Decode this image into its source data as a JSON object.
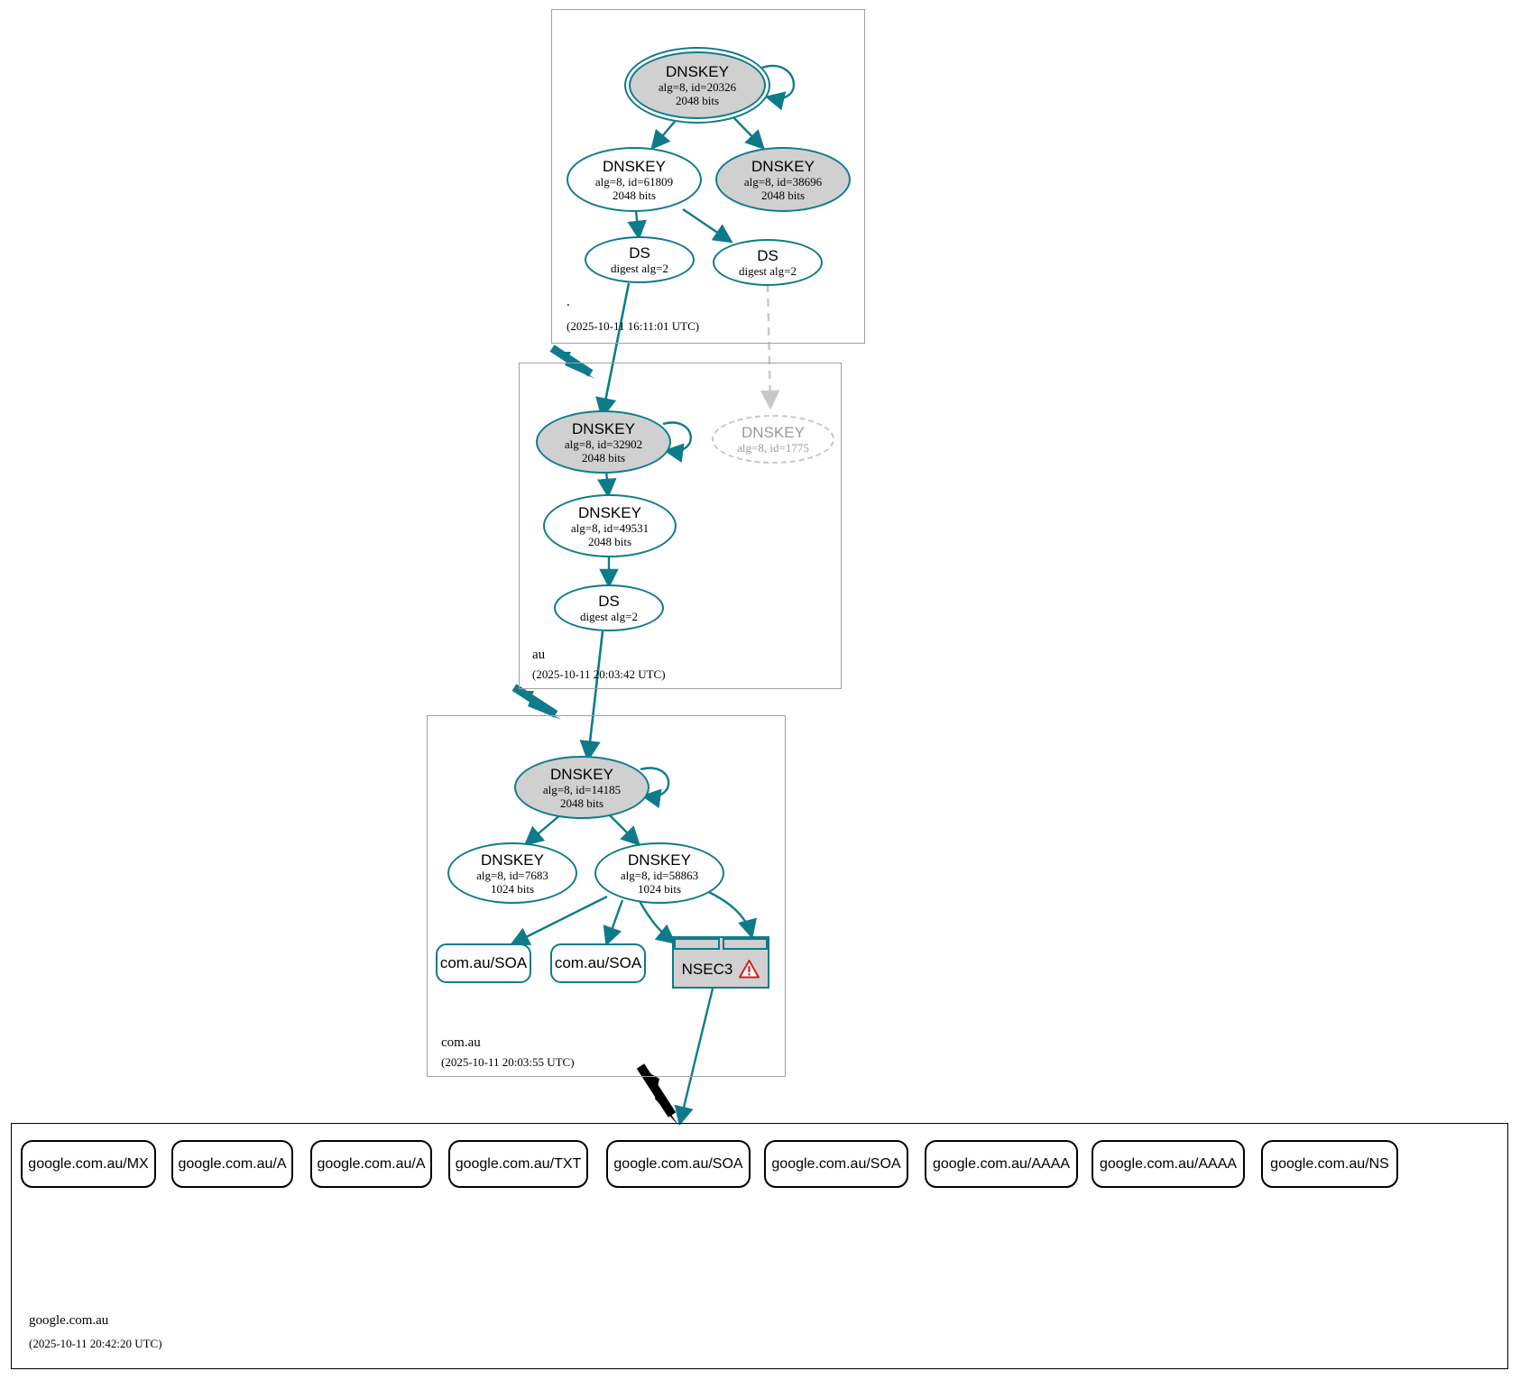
{
  "title": "DNSSEC authentication chain for google.com.au",
  "colors": {
    "edge_teal": "#0f7b8a",
    "node_fill_gray": "#d0d0d0",
    "node_fill_white": "#ffffff",
    "dashed_gray": "#c8c8c8",
    "zone_border": "#a0a0a0",
    "leaf_border": "#000000",
    "warning_red": "#cc2222"
  },
  "zones": [
    {
      "id": "root",
      "name": ".",
      "timestamp": "(2025-10-11 16:11:01 UTC)",
      "nodes": [
        {
          "id": "root-ksk-20326",
          "kind": "dnskey",
          "type": "DNSKEY",
          "detail": "alg=8, id=20326",
          "bits": "2048 bits",
          "fill": "gray",
          "ksk": true
        },
        {
          "id": "root-zsk-61809",
          "kind": "dnskey",
          "type": "DNSKEY",
          "detail": "alg=8, id=61809",
          "bits": "2048 bits",
          "fill": "white",
          "ksk": false
        },
        {
          "id": "root-key-38696",
          "kind": "dnskey",
          "type": "DNSKEY",
          "detail": "alg=8, id=38696",
          "bits": "2048 bits",
          "fill": "gray",
          "ksk": false
        },
        {
          "id": "root-ds-1",
          "kind": "ds",
          "type": "DS",
          "detail": "digest alg=2",
          "bits": "",
          "fill": "white",
          "ksk": false
        },
        {
          "id": "root-ds-2",
          "kind": "ds",
          "type": "DS",
          "detail": "digest alg=2",
          "bits": "",
          "fill": "white",
          "ksk": false
        }
      ]
    },
    {
      "id": "au",
      "name": "au",
      "timestamp": "(2025-10-11 20:03:42 UTC)",
      "nodes": [
        {
          "id": "au-ksk-32902",
          "kind": "dnskey",
          "type": "DNSKEY",
          "detail": "alg=8, id=32902",
          "bits": "2048 bits",
          "fill": "gray",
          "ksk": false
        },
        {
          "id": "au-key-1775",
          "kind": "dnskey",
          "type": "DNSKEY",
          "detail": "alg=8, id=1775",
          "bits": "",
          "fill": "dashed",
          "ksk": false
        },
        {
          "id": "au-zsk-49531",
          "kind": "dnskey",
          "type": "DNSKEY",
          "detail": "alg=8, id=49531",
          "bits": "2048 bits",
          "fill": "white",
          "ksk": false
        },
        {
          "id": "au-ds-1",
          "kind": "ds",
          "type": "DS",
          "detail": "digest alg=2",
          "bits": "",
          "fill": "white",
          "ksk": false
        }
      ]
    },
    {
      "id": "comau",
      "name": "com.au",
      "timestamp": "(2025-10-11 20:03:55 UTC)",
      "nodes": [
        {
          "id": "comau-ksk-14185",
          "kind": "dnskey",
          "type": "DNSKEY",
          "detail": "alg=8, id=14185",
          "bits": "2048 bits",
          "fill": "gray",
          "ksk": false
        },
        {
          "id": "comau-key-7683",
          "kind": "dnskey",
          "type": "DNSKEY",
          "detail": "alg=8, id=7683",
          "bits": "1024 bits",
          "fill": "white",
          "ksk": false
        },
        {
          "id": "comau-key-58863",
          "kind": "dnskey",
          "type": "DNSKEY",
          "detail": "alg=8, id=58863",
          "bits": "1024 bits",
          "fill": "white",
          "ksk": false
        }
      ],
      "rrsets": [
        {
          "id": "comau-soa-1",
          "label": "com.au/SOA"
        },
        {
          "id": "comau-soa-2",
          "label": "com.au/SOA"
        }
      ],
      "nsec": {
        "id": "comau-nsec3",
        "label": "NSEC3",
        "warning_icon": "warning-triangle-icon"
      }
    },
    {
      "id": "googlecomau",
      "name": "google.com.au",
      "timestamp": "(2025-10-11 20:42:20 UTC)",
      "records": [
        {
          "id": "rr-mx",
          "label": "google.com.au/MX"
        },
        {
          "id": "rr-a-1",
          "label": "google.com.au/A"
        },
        {
          "id": "rr-a-2",
          "label": "google.com.au/A"
        },
        {
          "id": "rr-txt",
          "label": "google.com.au/TXT"
        },
        {
          "id": "rr-soa-1",
          "label": "google.com.au/SOA"
        },
        {
          "id": "rr-soa-2",
          "label": "google.com.au/SOA"
        },
        {
          "id": "rr-aaaa-1",
          "label": "google.com.au/AAAA"
        },
        {
          "id": "rr-aaaa-2",
          "label": "google.com.au/AAAA"
        },
        {
          "id": "rr-ns",
          "label": "google.com.au/NS"
        }
      ]
    }
  ]
}
